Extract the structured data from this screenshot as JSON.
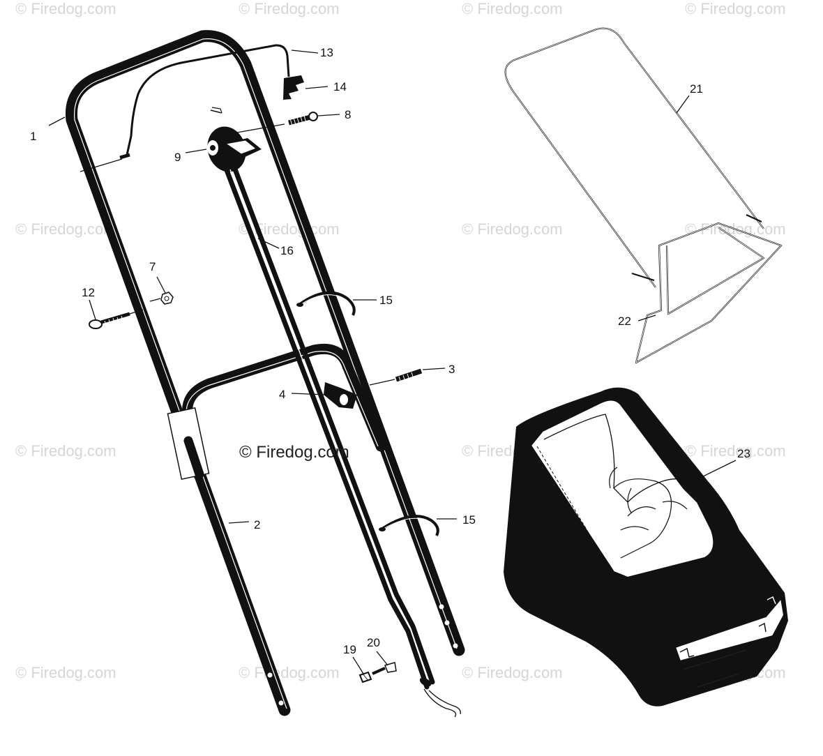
{
  "watermark": "© Firedog.com",
  "center_watermark": "© Firedog.com",
  "parts": [
    {
      "id": "p1",
      "label": "1"
    },
    {
      "id": "p2",
      "label": "2"
    },
    {
      "id": "p3",
      "label": "3"
    },
    {
      "id": "p4",
      "label": "4"
    },
    {
      "id": "p7",
      "label": "7"
    },
    {
      "id": "p8",
      "label": "8"
    },
    {
      "id": "p9",
      "label": "9"
    },
    {
      "id": "p12",
      "label": "12"
    },
    {
      "id": "p13",
      "label": "13"
    },
    {
      "id": "p14",
      "label": "14"
    },
    {
      "id": "p15a",
      "label": "15"
    },
    {
      "id": "p15b",
      "label": "15"
    },
    {
      "id": "p16",
      "label": "16"
    },
    {
      "id": "p19",
      "label": "19"
    },
    {
      "id": "p20",
      "label": "20"
    },
    {
      "id": "p21",
      "label": "21"
    },
    {
      "id": "p22",
      "label": "22"
    },
    {
      "id": "p23",
      "label": "23"
    }
  ],
  "colors": {
    "ink": "#111111",
    "watermark": "#d6d6d6",
    "background": "#ffffff"
  }
}
